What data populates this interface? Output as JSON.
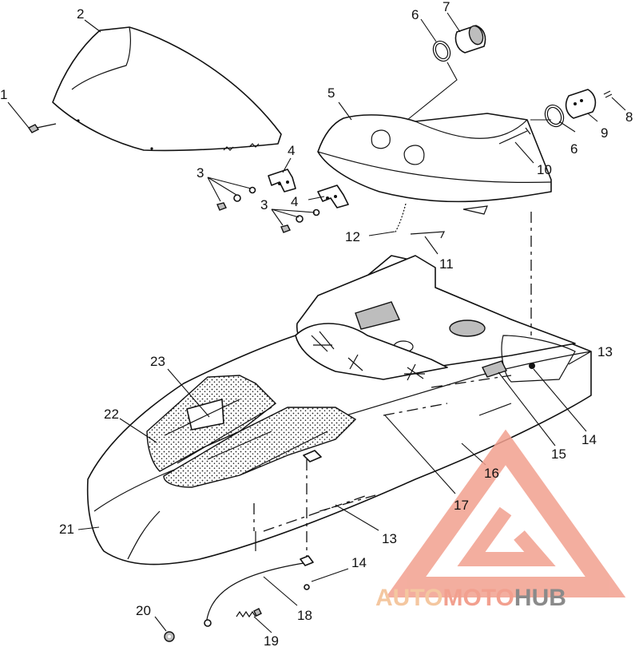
{
  "callouts": [
    "1",
    "2",
    "3",
    "3",
    "4",
    "4",
    "5",
    "6",
    "6",
    "7",
    "8",
    "9",
    "10",
    "11",
    "12",
    "13",
    "13",
    "14",
    "14",
    "15",
    "16",
    "17",
    "18",
    "19",
    "20",
    "21",
    "22",
    "23"
  ],
  "watermark": {
    "part1": "AUTO",
    "part2": "MOTO",
    "part3": "HUB",
    "color_light": "#f2a08f",
    "color_accent": "#f4c7a0",
    "color_dark": "#8a8a8a"
  }
}
